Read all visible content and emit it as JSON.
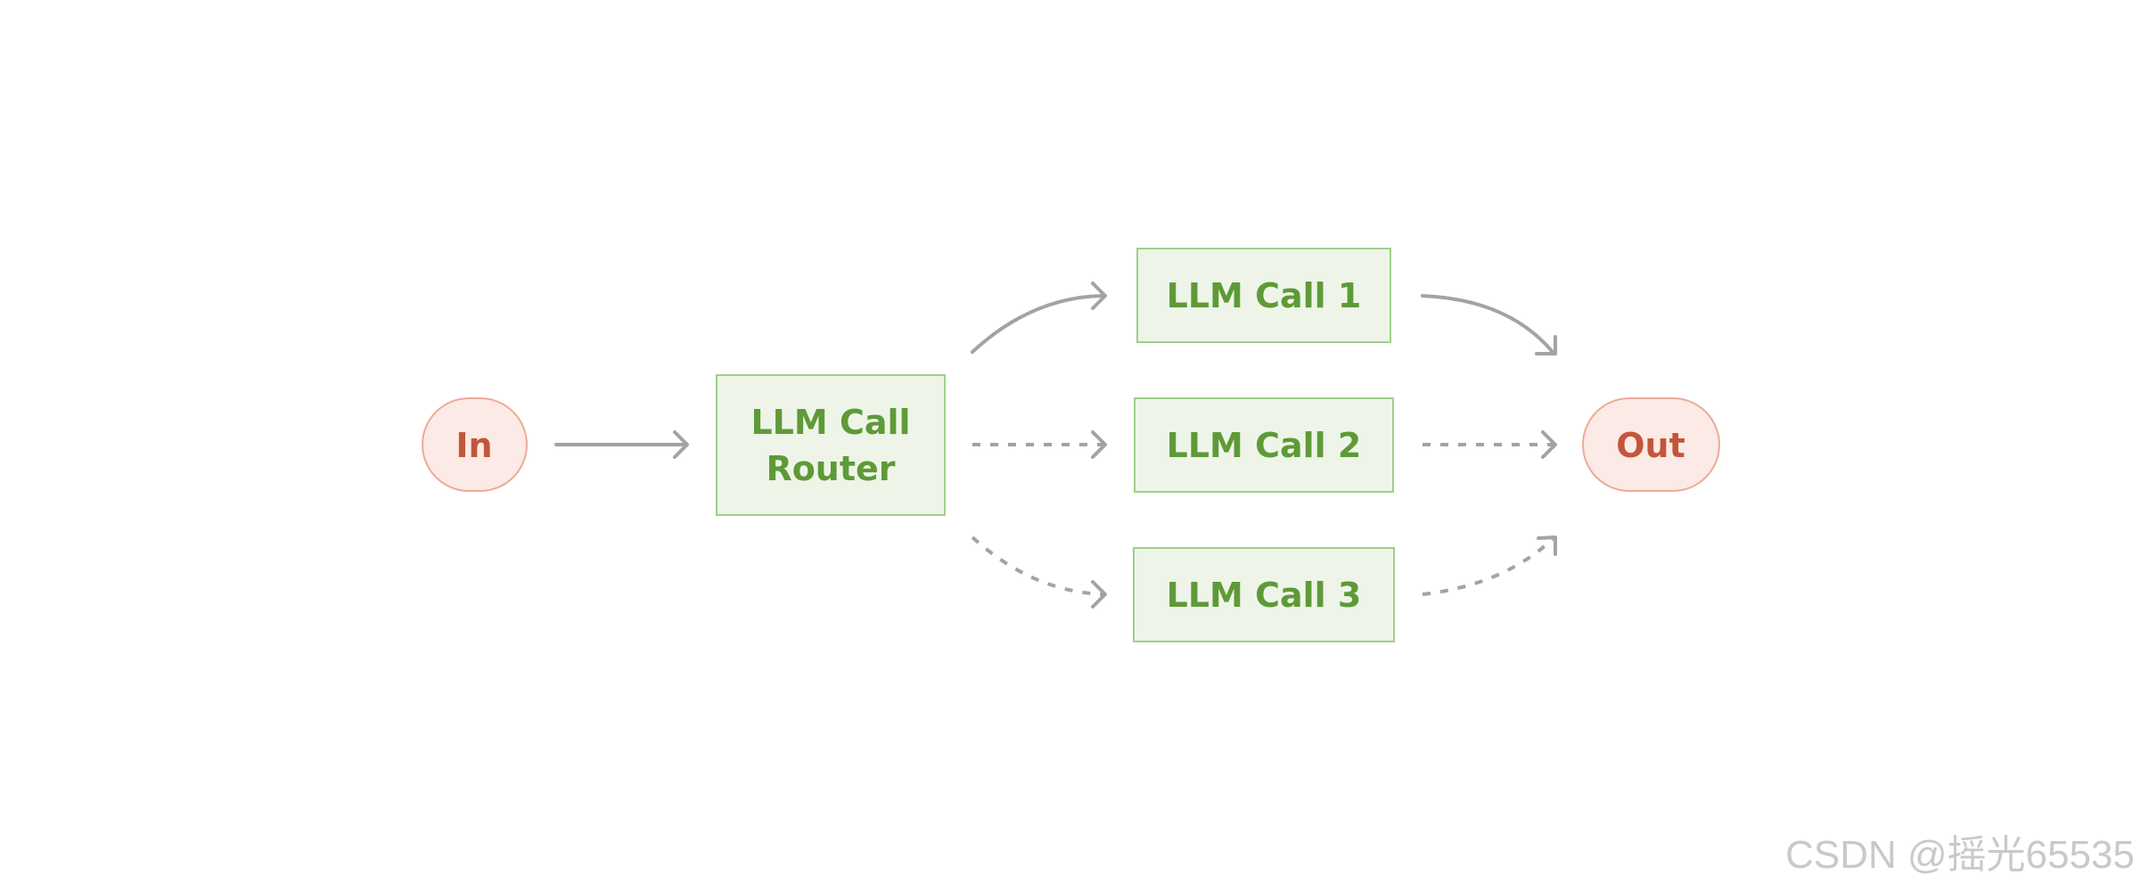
{
  "nodes": {
    "input": "In",
    "router_line1": "LLM Call",
    "router_line2": "Router",
    "call1": "LLM Call 1",
    "call2": "LLM Call 2",
    "call3": "LLM Call 3",
    "output": "Out"
  },
  "edges": [
    {
      "from": "In",
      "to": "LLM Call Router",
      "style": "solid"
    },
    {
      "from": "LLM Call Router",
      "to": "LLM Call 1",
      "style": "solid"
    },
    {
      "from": "LLM Call Router",
      "to": "LLM Call 2",
      "style": "dashed"
    },
    {
      "from": "LLM Call Router",
      "to": "LLM Call 3",
      "style": "dashed"
    },
    {
      "from": "LLM Call 1",
      "to": "Out",
      "style": "solid"
    },
    {
      "from": "LLM Call 2",
      "to": "Out",
      "style": "dashed"
    },
    {
      "from": "LLM Call 3",
      "to": "Out",
      "style": "dashed"
    }
  ],
  "colors": {
    "box_fill": "#eef5e8",
    "box_stroke": "#9fd08a",
    "box_text": "#5e9a37",
    "pill_fill": "#fbeae5",
    "pill_stroke": "#eeaa98",
    "pill_text": "#c2563b",
    "edge": "#a3a3a3"
  },
  "watermark": "CSDN @摇光65535"
}
